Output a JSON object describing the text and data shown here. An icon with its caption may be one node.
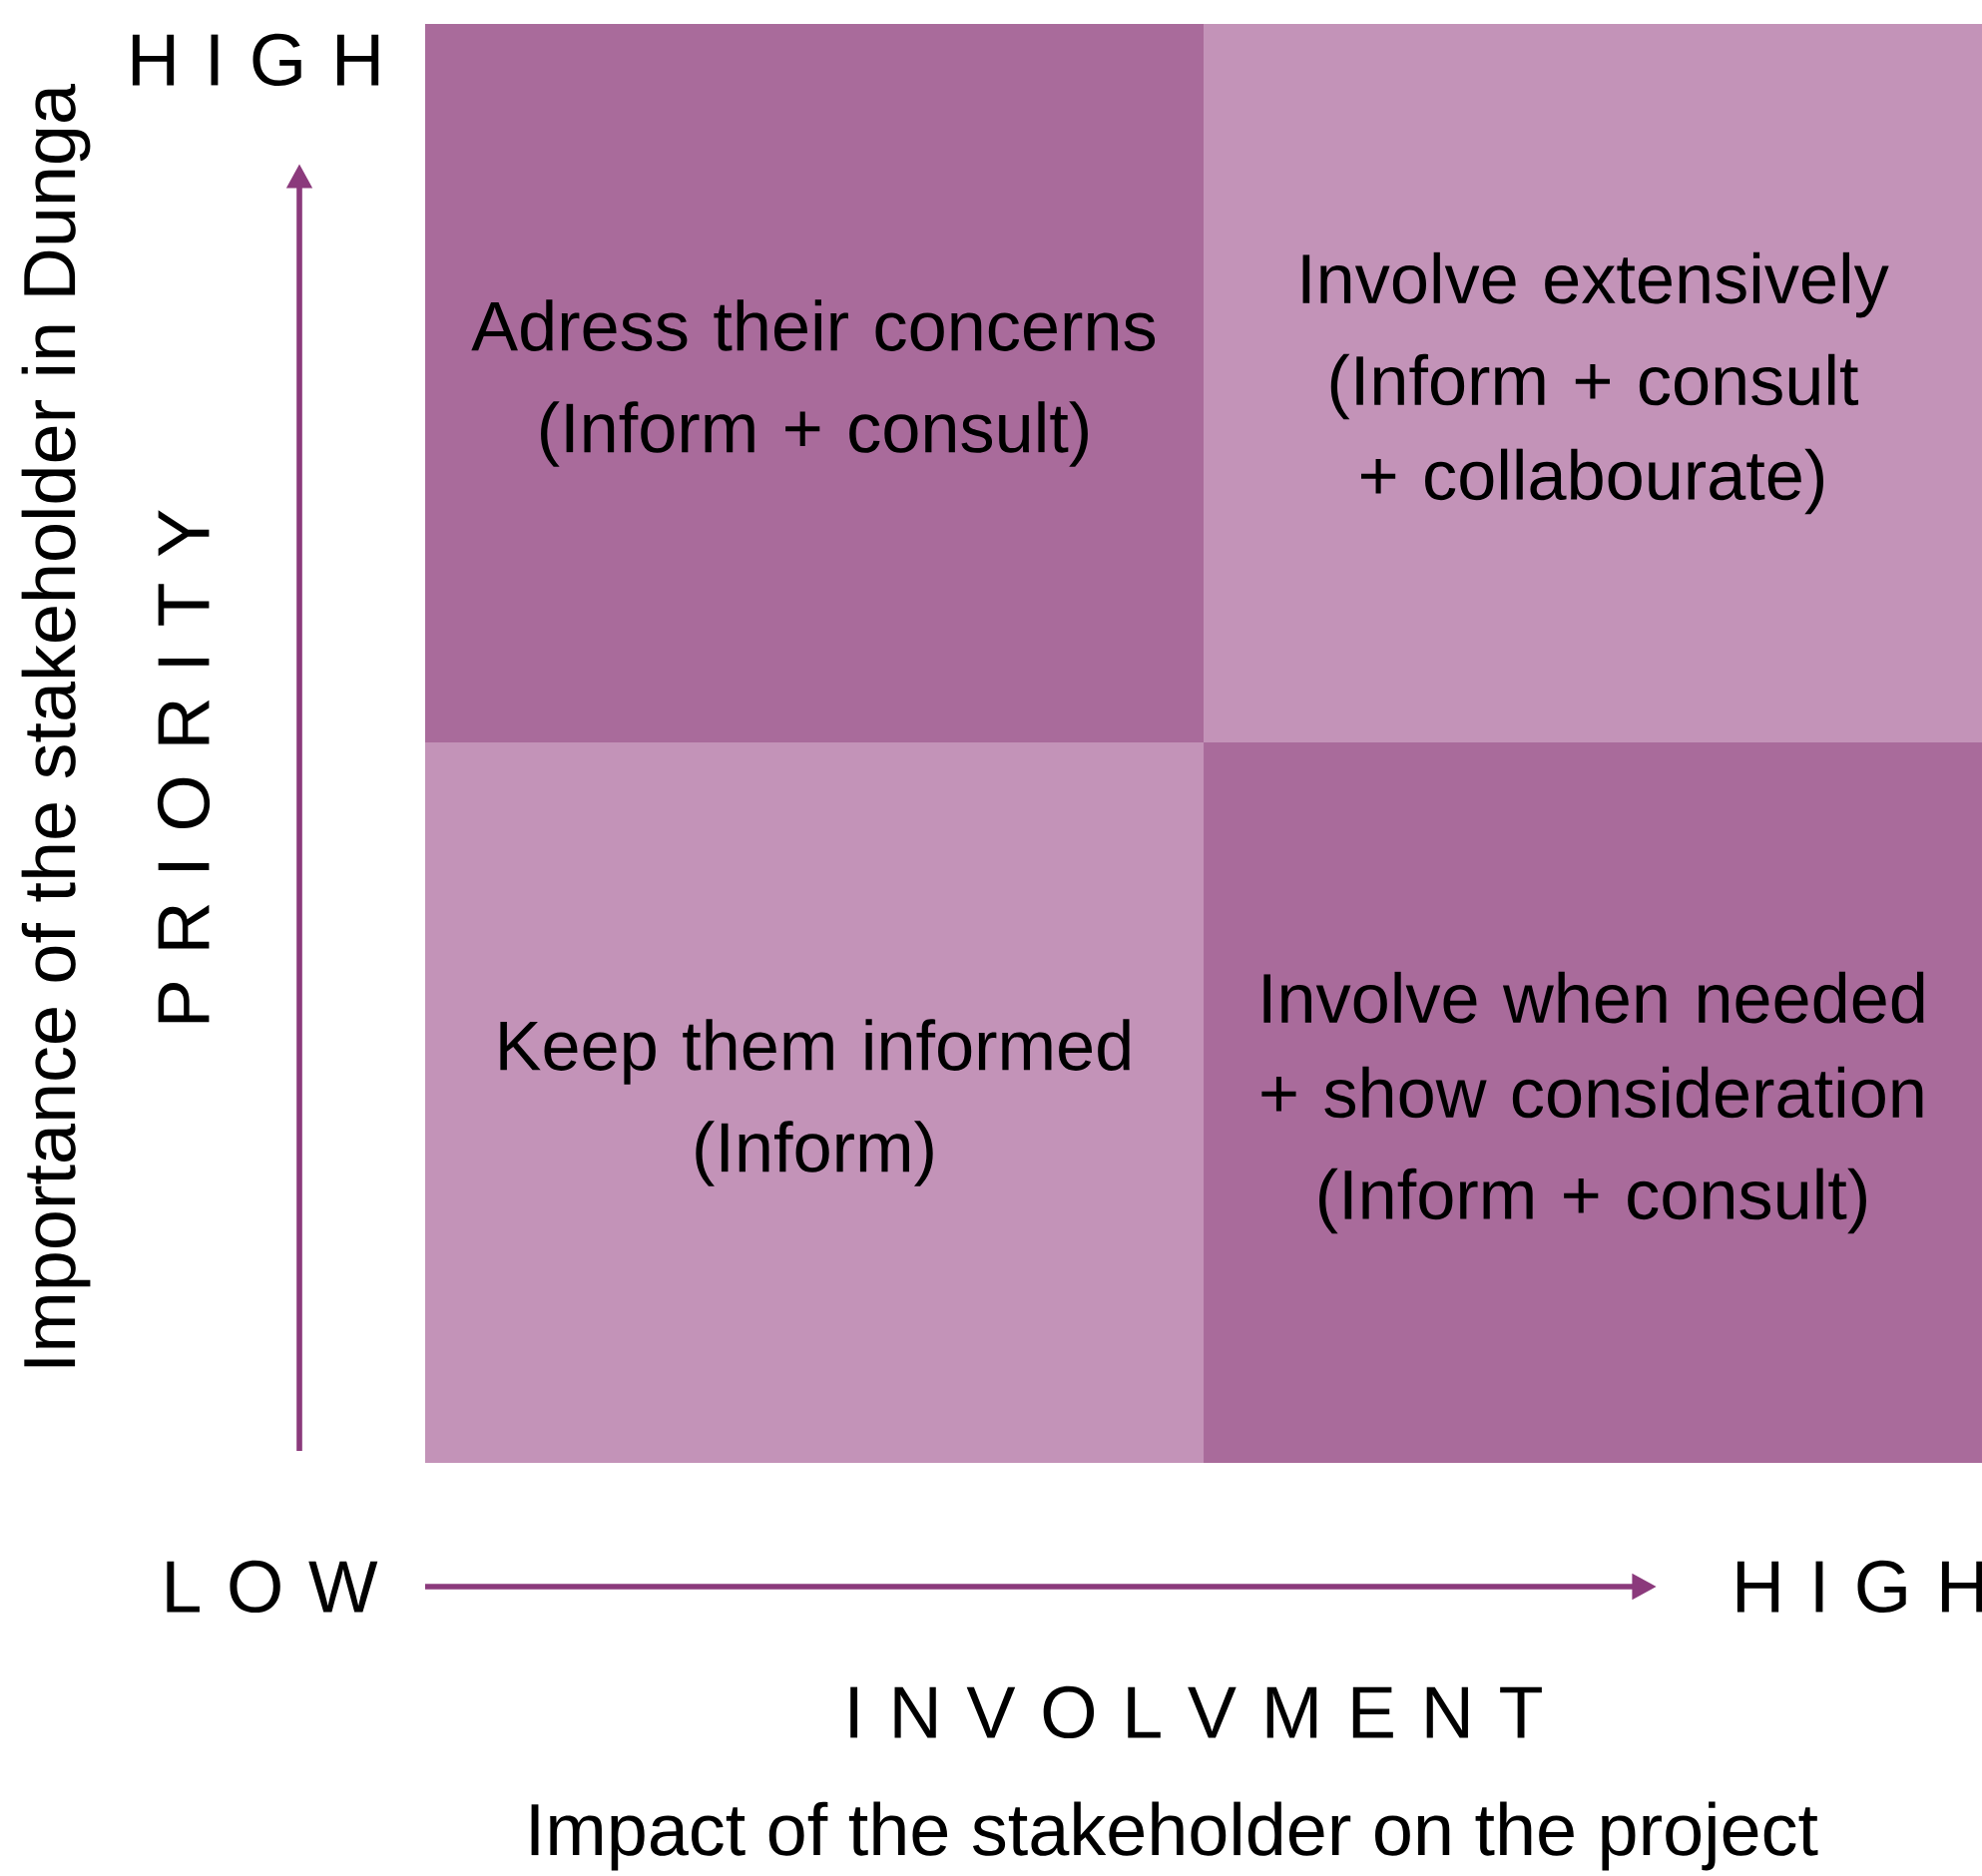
{
  "diagram": {
    "nodes": [
      {
        "text": [
          "Adress their concerns",
          "(Inform + consult)"
        ]
      },
      {
        "text": [
          "Involve extensively",
          "(Inform + consult + collabourate)"
        ]
      },
      {
        "text": [
          "Keep them informed",
          "(Inform)"
        ]
      },
      {
        "text": [
          "Involve when needed + show consideration",
          "(Inform + consult)"
        ]
      }
    ],
    "labels": [
      "H I G H",
      "P R I O R I T Y",
      "Importance of the stakeholder in Dunga",
      "L O W",
      "H I G H",
      "I N V O L V M E N T",
      "Impact of the stakeholder on the project"
    ]
  }
}
